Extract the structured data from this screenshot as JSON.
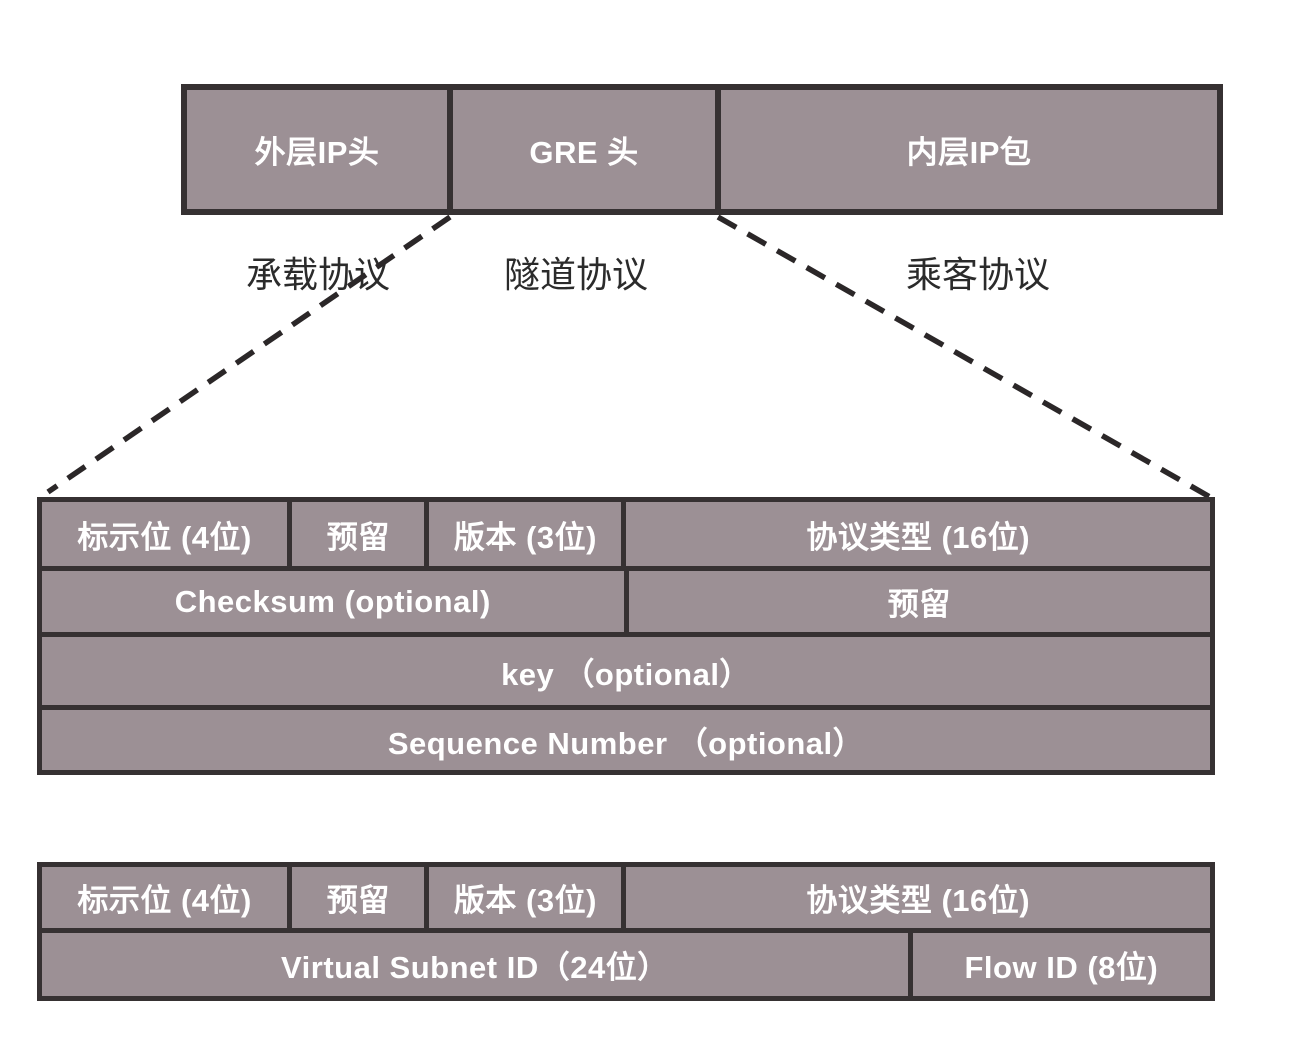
{
  "colors": {
    "cell_fill": "#9C9095",
    "border": "#363132",
    "cell_text": "#FFFFFF",
    "label_text": "#2B2B2B",
    "background": "#FFFFFF"
  },
  "packet_row": {
    "cells": [
      {
        "label": "外层IP头"
      },
      {
        "label": "GRE 头"
      },
      {
        "label": "内层IP包"
      }
    ]
  },
  "protocol_labels": [
    {
      "label": "承载协议"
    },
    {
      "label": "隧道协议"
    },
    {
      "label": "乘客协议"
    }
  ],
  "gre_table": {
    "rows": [
      {
        "cells": [
          "标示位 (4位)",
          "预留",
          "版本 (3位)",
          "协议类型 (16位)"
        ]
      },
      {
        "cells": [
          "Checksum (optional)",
          "预留"
        ]
      },
      {
        "cells": [
          "key （optional）"
        ]
      },
      {
        "cells": [
          "Sequence Number （optional）"
        ]
      }
    ]
  },
  "nvgre_table": {
    "rows": [
      {
        "cells": [
          "标示位 (4位)",
          "预留",
          "版本 (3位)",
          "协议类型 (16位)"
        ]
      },
      {
        "cells": [
          "Virtual Subnet ID（24位）",
          "Flow ID (8位)"
        ]
      }
    ]
  }
}
